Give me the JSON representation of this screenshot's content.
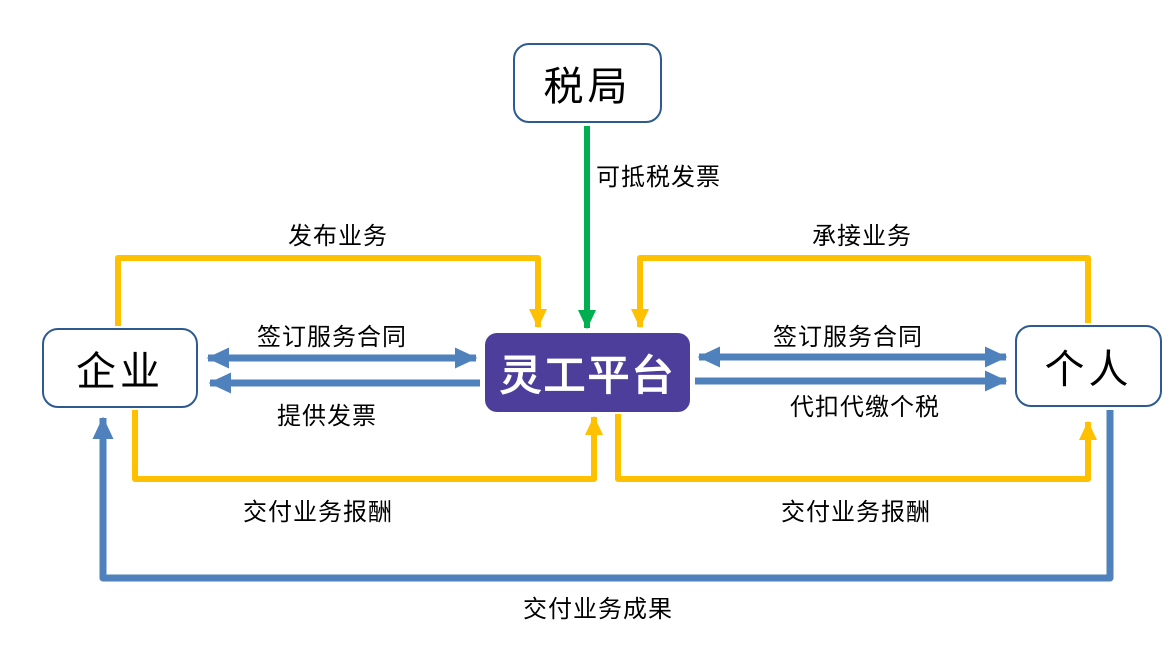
{
  "colors": {
    "yellow_arrow": "#FFC000",
    "green_arrow": "#00B050",
    "blue_arrow": "#4F81BD",
    "node_border": "#2E5B8F",
    "platform_fill": "#4D3E9C",
    "platform_text": "#FFFFFF",
    "label_text": "#000000",
    "background": "#FFFFFF"
  },
  "nodes": {
    "tax_bureau": {
      "label": "税局"
    },
    "enterprise": {
      "label": "企业"
    },
    "platform": {
      "label": "灵工平台"
    },
    "individual": {
      "label": "个人"
    }
  },
  "edge_labels": {
    "tax_invoice": "可抵税发票",
    "publish_business": "发布业务",
    "accept_business": "承接业务",
    "sign_contract_left": "签订服务合同",
    "provide_invoice": "提供发票",
    "sign_contract_right": "签订服务合同",
    "withhold_tax": "代扣代缴个税",
    "pay_remuneration_left": "交付业务报酬",
    "pay_remuneration_right": "交付业务报酬",
    "deliver_results": "交付业务成果"
  },
  "edges": [
    {
      "label": "可抵税发票",
      "from": "税局",
      "to": "灵工平台",
      "color": "#00B050",
      "direction": "one-way"
    },
    {
      "label": "发布业务",
      "from": "企业",
      "to": "灵工平台",
      "color": "#FFC000",
      "direction": "one-way"
    },
    {
      "label": "承接业务",
      "from": "个人",
      "to": "灵工平台",
      "color": "#FFC000",
      "direction": "one-way"
    },
    {
      "label": "签订服务合同",
      "from": "企业",
      "to": "灵工平台",
      "color": "#4F81BD",
      "direction": "two-way"
    },
    {
      "label": "提供发票",
      "from": "灵工平台",
      "to": "企业",
      "color": "#4F81BD",
      "direction": "one-way"
    },
    {
      "label": "签订服务合同",
      "from": "灵工平台",
      "to": "个人",
      "color": "#4F81BD",
      "direction": "two-way"
    },
    {
      "label": "代扣代缴个税",
      "from": "灵工平台",
      "to": "个人",
      "color": "#4F81BD",
      "direction": "one-way"
    },
    {
      "label": "交付业务报酬",
      "from": "企业",
      "to": "灵工平台",
      "color": "#FFC000",
      "direction": "one-way"
    },
    {
      "label": "交付业务报酬",
      "from": "灵工平台",
      "to": "个人",
      "color": "#FFC000",
      "direction": "one-way"
    },
    {
      "label": "交付业务成果",
      "from": "个人",
      "to": "企业",
      "color": "#4F81BD",
      "direction": "one-way"
    }
  ]
}
